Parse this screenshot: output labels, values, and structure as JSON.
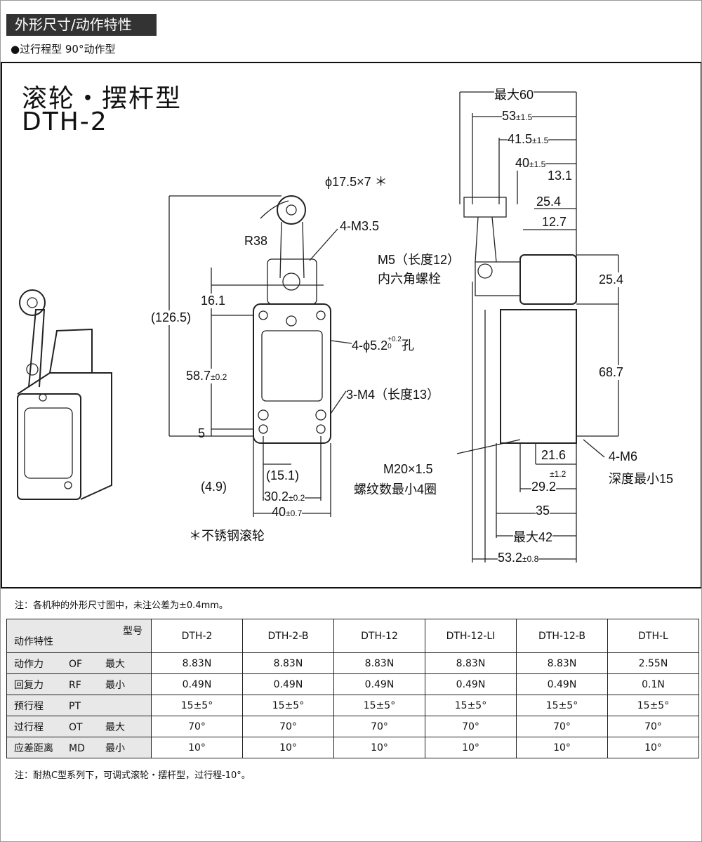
{
  "header": {
    "title": "外形尺寸/动作特性",
    "subtitle": "●过行程型 90°动作型"
  },
  "drawing": {
    "title_line1": "滚轮・摆杆型",
    "title_line2": "DTH-2",
    "front": {
      "roller": "ϕ17.5×7 ＊",
      "radius": "R38",
      "screw": "4-M3.5",
      "dim_16": "16.1",
      "dim_126": "(126.5)",
      "hole": "4-ϕ5.2",
      "hole_tol_upper": "+0.2",
      "hole_tol_lower": "0",
      "hole_suffix": "孔",
      "dim_58": "58.7",
      "dim_58_tol": "±0.2",
      "tap": "3-M4（长度13）",
      "dim_5": "5",
      "dim_15": "(15.1)",
      "dim_4_9": "(4.9)",
      "dim_30": "30.2",
      "dim_30_tol": "±0.2",
      "dim_40": "40",
      "dim_40_tol": "±0.7",
      "footnote": "＊不锈钢滚轮"
    },
    "side": {
      "max60": "最大60",
      "d53": "53",
      "d53_tol": "±1.5",
      "d41": "41.5",
      "d41_tol": "±1.5",
      "d40": "40",
      "d40_tol": "±1.5",
      "d13": "13.1",
      "d25a": "25.4",
      "d12": "12.7",
      "m5_line1": "M5（长度12）",
      "m5_line2": "内六角螺栓",
      "d25b": "25.4",
      "d68": "68.7",
      "d21": "21.6",
      "d21_tol": "±1.2",
      "d29": "29.2",
      "m20_line1": "M20×1.5",
      "m20_line2": "螺纹数最小4圈",
      "m6_line1": "4-M6",
      "m6_line2": "深度最小15",
      "d35": "35",
      "max42": "最大42",
      "d53b": "53.2",
      "d53b_tol": "±0.8"
    }
  },
  "note_top": "注：各机种的外形尺寸图中，未注公差为±0.4mm。",
  "table": {
    "corner_model": "型号",
    "corner_char": "动作特性",
    "models": [
      "DTH-2",
      "DTH-2-B",
      "DTH-12",
      "DTH-12-LI",
      "DTH-12-B",
      "DTH-L"
    ],
    "rows": [
      {
        "name": "动作力",
        "code": "OF",
        "limit": "最大",
        "values": [
          "8.83N",
          "8.83N",
          "8.83N",
          "8.83N",
          "8.83N",
          "2.55N"
        ]
      },
      {
        "name": "回复力",
        "code": "RF",
        "limit": "最小",
        "values": [
          "0.49N",
          "0.49N",
          "0.49N",
          "0.49N",
          "0.49N",
          "0.1N"
        ]
      },
      {
        "name": "预行程",
        "code": "PT",
        "limit": "",
        "values": [
          "15±5°",
          "15±5°",
          "15±5°",
          "15±5°",
          "15±5°",
          "15±5°"
        ]
      },
      {
        "name": "过行程",
        "code": "OT",
        "limit": "最大",
        "values": [
          "70°",
          "70°",
          "70°",
          "70°",
          "70°",
          "70°"
        ]
      },
      {
        "name": "应差距离",
        "code": "MD",
        "limit": "最小",
        "values": [
          "10°",
          "10°",
          "10°",
          "10°",
          "10°",
          "10°"
        ]
      }
    ]
  },
  "note_bottom": "注：耐热C型系列下，可调式滚轮・摆杆型，过行程-10°。"
}
